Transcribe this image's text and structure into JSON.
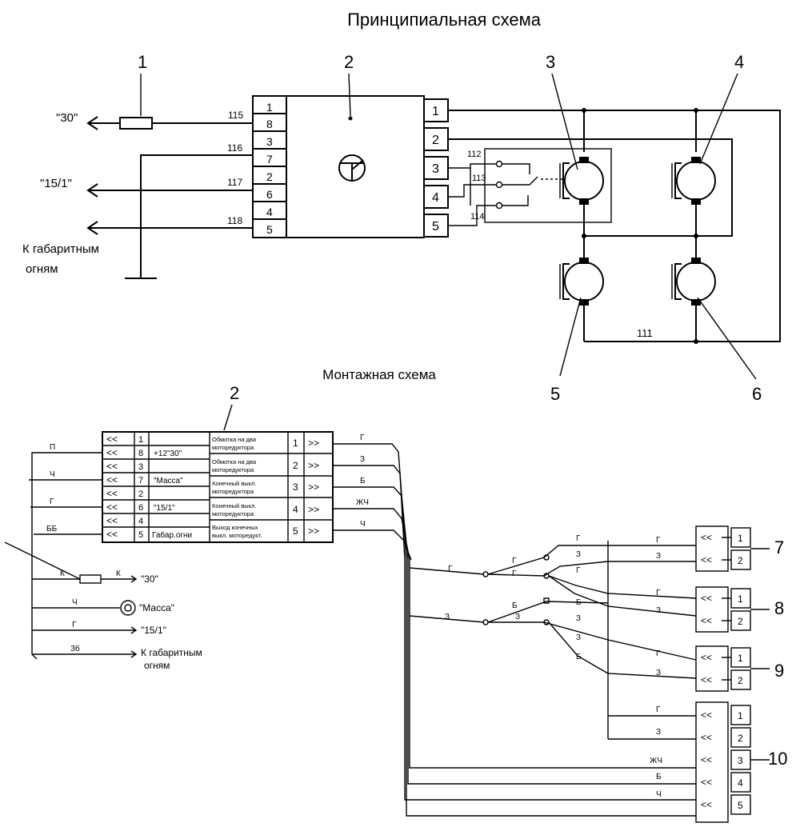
{
  "titles": {
    "schematic": "Принципиальная схема",
    "wiring": "Монтажная схема"
  },
  "callouts": [
    "1",
    "2",
    "3",
    "4",
    "5",
    "6",
    "7",
    "8",
    "9",
    "10"
  ],
  "schematic": {
    "terminals": {
      "t30": "\"30\"",
      "t15": "\"15/1\"",
      "lights": [
        "К габаритным",
        "огням"
      ]
    },
    "wires": [
      "115",
      "116",
      "117",
      "118",
      "112",
      "113",
      "114",
      "111"
    ],
    "relay_left_pins": [
      "1",
      "8",
      "3",
      "7",
      "2",
      "6",
      "4",
      "5"
    ],
    "relay_right_pins": [
      "1",
      "2",
      "3",
      "4",
      "5"
    ]
  },
  "wiring": {
    "connector_left_pins": [
      "1",
      "8",
      "3",
      "7",
      "2",
      "6",
      "4",
      "5"
    ],
    "connector_left_labels": [
      "",
      "+12\"30\"",
      "",
      "\"Масса\"",
      "",
      "\"15/1\"",
      "",
      "Габар.огни"
    ],
    "connector_mid_labels": [
      [
        "Обмотка на два",
        "моторедуктора"
      ],
      [
        "Обмотка на два",
        "моторедуктора"
      ],
      [
        "Конечный выкл.",
        "моторедуктора"
      ],
      [
        "Конечный выкл.",
        "моторедуктора"
      ],
      [
        "Выход конечных",
        "выкл. моторедукт."
      ]
    ],
    "connector_right_pins": [
      "1",
      "2",
      "3",
      "4",
      "5"
    ],
    "wire_colors_out": [
      "Г",
      "З",
      "Б",
      "ЖЧ",
      "Ч"
    ],
    "left_wires": [
      "П",
      "Ч",
      "Г",
      "ББ"
    ],
    "left_terminals": {
      "t30": "\"30\"",
      "mass": "\"Масса\"",
      "t15": "\"15/1\"",
      "lights": [
        "К габаритным",
        "огням"
      ]
    },
    "left_wire_letters": [
      "К",
      "К",
      "Ч",
      "Г",
      "Зб"
    ],
    "harness_letters": [
      "Г",
      "Г",
      "Г",
      "Г",
      "Г",
      "З",
      "З",
      "Б",
      "Б",
      "З",
      "З",
      "З",
      "Б",
      "З"
    ],
    "plug_pins_2": [
      "1",
      "2"
    ],
    "plug10_pins": [
      "1",
      "2",
      "3",
      "4",
      "5"
    ],
    "plug10_letters": [
      "Г",
      "З",
      "ЖЧ",
      "Б",
      "Ч"
    ],
    "plug_letters_7": [
      "Г",
      "З"
    ],
    "plug_letters_8": [
      "Г",
      "З"
    ],
    "plug_letters_9": [
      "Г",
      "З"
    ]
  }
}
